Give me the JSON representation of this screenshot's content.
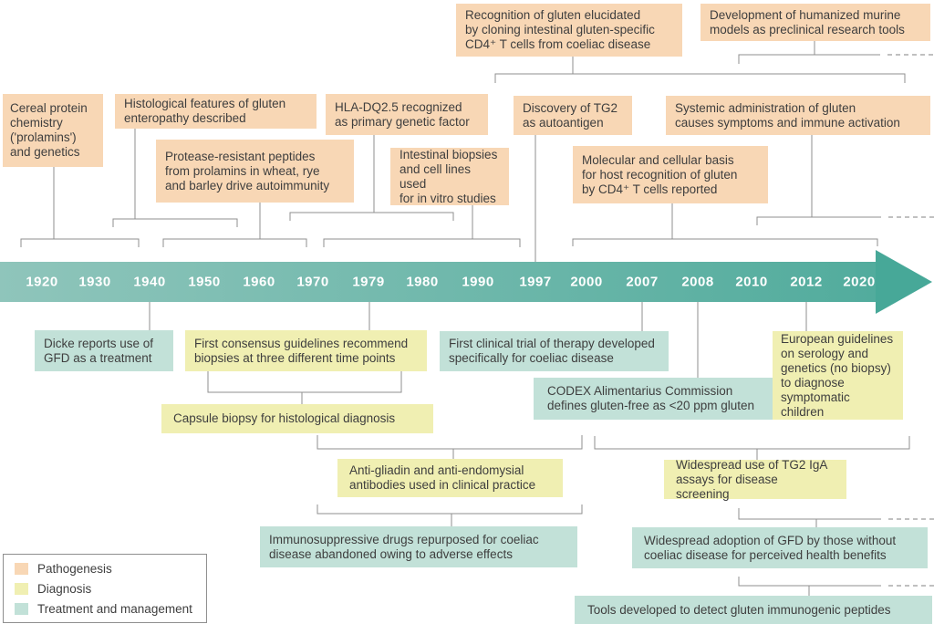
{
  "categories": {
    "pathogenesis": {
      "label": "Pathogenesis",
      "color": "#F8D7B5"
    },
    "diagnosis": {
      "label": "Diagnosis",
      "color": "#F0EFB2"
    },
    "treatment": {
      "label": "Treatment and management",
      "color": "#C2E1D8"
    }
  },
  "timeline": {
    "years": [
      "1920",
      "1930",
      "1940",
      "1950",
      "1960",
      "1970",
      "1979",
      "1980",
      "1990",
      "1997",
      "2000",
      "2007",
      "2008",
      "2010",
      "2012",
      "2020"
    ],
    "bar_color_left": "#8FC5BB",
    "bar_color_right": "#52AC9D",
    "arrow_color": "#47A898"
  },
  "events": {
    "cereal": {
      "category": "pathogenesis",
      "text": "Cereal protein\nchemistry\n('prolamins')\nand genetics"
    },
    "histological": {
      "category": "pathogenesis",
      "text": "Histological features of gluten\nenteropathy described"
    },
    "protease": {
      "category": "pathogenesis",
      "text": "Protease-resistant peptides\nfrom prolamins in wheat, rye\nand barley drive autoimmunity"
    },
    "hla": {
      "category": "pathogenesis",
      "text": "HLA-DQ2.5 recognized\nas primary genetic factor"
    },
    "intestinal": {
      "category": "pathogenesis",
      "text": "Intestinal biopsies\nand cell lines used\nfor in vitro studies"
    },
    "recognition": {
      "category": "pathogenesis",
      "text": "Recognition of gluten elucidated\nby cloning intestinal gluten-specific\nCD4⁺ T cells from coeliac disease"
    },
    "development": {
      "category": "pathogenesis",
      "text": "Development of humanized murine\nmodels as preclinical research tools"
    },
    "discovery": {
      "category": "pathogenesis",
      "text": "Discovery of TG2\nas autoantigen"
    },
    "systemic": {
      "category": "pathogenesis",
      "text": "Systemic administration of gluten\ncauses symptoms and immune activation"
    },
    "molecular": {
      "category": "pathogenesis",
      "text": "Molecular and cellular basis\nfor host recognition of gluten\nby CD4⁺ T cells reported"
    },
    "dicke": {
      "category": "treatment",
      "text": "Dicke reports use of\nGFD as a treatment"
    },
    "consensus": {
      "category": "diagnosis",
      "text": "First consensus guidelines recommend\nbiopsies at three different time points"
    },
    "capsule": {
      "category": "diagnosis",
      "text": "Capsule biopsy for histological diagnosis"
    },
    "clinicaltrial": {
      "category": "treatment",
      "text": "First clinical trial of therapy developed\nspecifically for coeliac disease"
    },
    "codex": {
      "category": "treatment",
      "text": "CODEX Alimentarius Commission\ndefines gluten-free as <20 ppm gluten"
    },
    "european": {
      "category": "diagnosis",
      "text": "European guidelines\non serology and\ngenetics (no biopsy)\nto diagnose\nsymptomatic children"
    },
    "antigliadin": {
      "category": "diagnosis",
      "text": "Anti-gliadin and anti-endomysial\nantibodies used in clinical practice"
    },
    "immunosuppressive": {
      "category": "treatment",
      "text": "Immunosuppressive drugs repurposed for coeliac\ndisease abandoned owing to adverse effects"
    },
    "tg2iga": {
      "category": "diagnosis",
      "text": "Widespread use of TG2 IgA\nassays for disease screening"
    },
    "gfdadoption": {
      "category": "treatment",
      "text": "Widespread adoption of GFD by those without\ncoeliac disease for perceived health benefits"
    },
    "tools": {
      "category": "treatment",
      "text": "Tools developed to detect gluten immunogenic peptides"
    }
  }
}
